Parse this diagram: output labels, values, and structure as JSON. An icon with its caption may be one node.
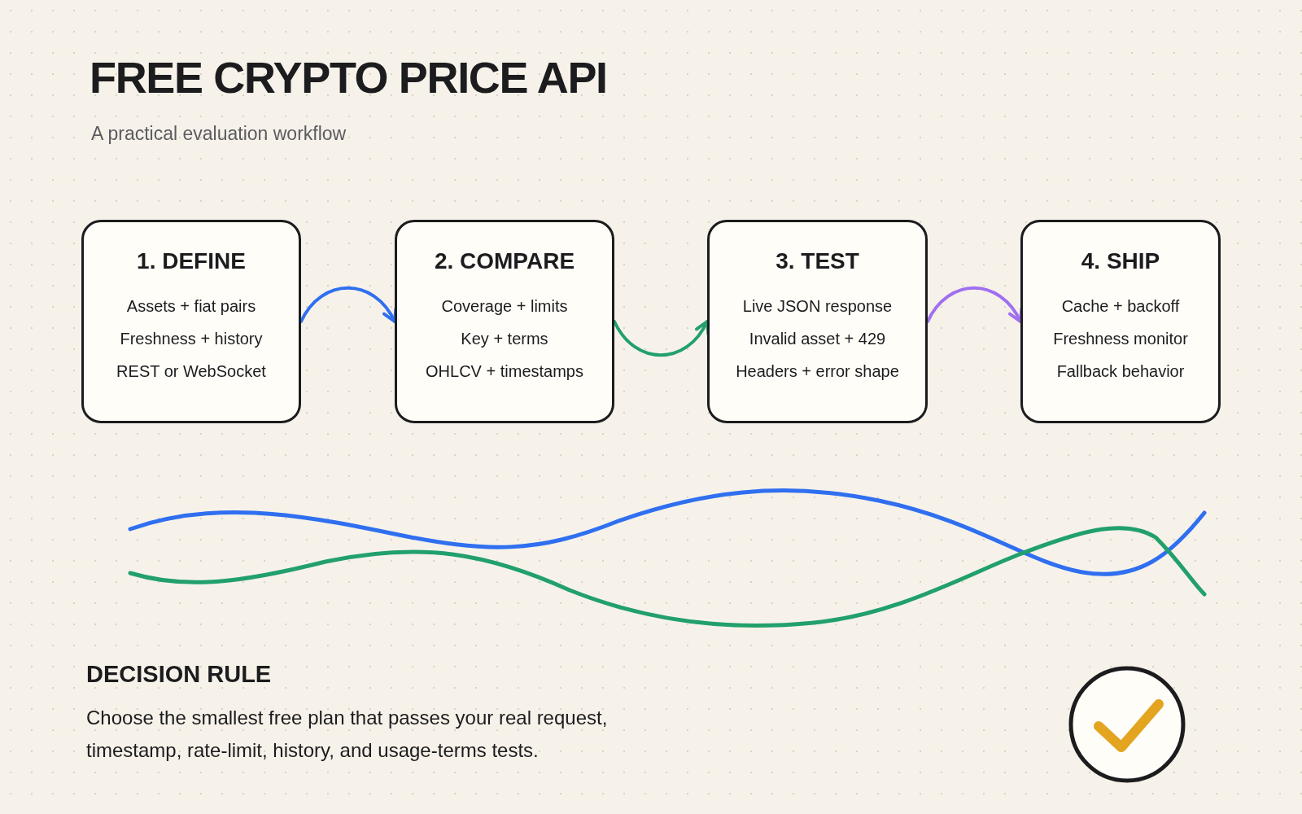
{
  "diagram": {
    "title": "FREE CRYPTO PRICE API",
    "nodes": [
      {
        "text": [
          "1. DEFINE",
          "Assets + fiat pairs",
          "Freshness + history",
          "REST or WebSocket"
        ]
      },
      {
        "text": [
          "2. COMPARE",
          "Coverage + limits",
          "Key + terms",
          "OHLCV + timestamps"
        ]
      },
      {
        "text": [
          "3. TEST",
          "Live JSON response",
          "Invalid asset + 429",
          "Headers + error shape"
        ]
      },
      {
        "text": [
          "4. SHIP",
          "Cache + backoff",
          "Freshness monitor",
          "Fallback behavior"
        ]
      }
    ],
    "edges": [
      {
        "from": 0,
        "to": 1,
        "arrow": "to",
        "color": "#2f6ff0"
      },
      {
        "from": 1,
        "to": 2,
        "arrow": "to",
        "color": "#22a06b"
      },
      {
        "from": 2,
        "to": 3,
        "arrow": "to",
        "color": "#a070f0"
      }
    ],
    "labels": [
      "A practical evaluation workflow",
      "DECISION RULE",
      "Choose the smallest free plan that passes your real request, timestamp, rate-limit, history, and usage-terms tests."
    ]
  }
}
